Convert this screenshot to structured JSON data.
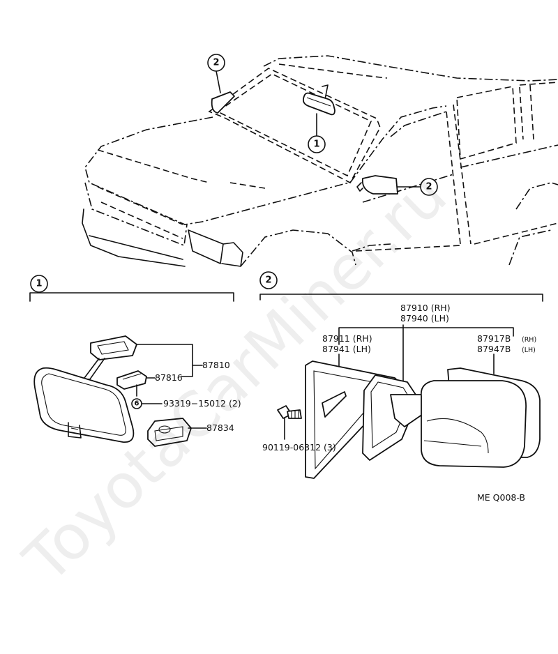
{
  "callouts": {
    "mirror_inner": "1",
    "mirror_outer": "2"
  },
  "parts": {
    "p87810": "87810",
    "p87816": "87816",
    "p93319": "93319−15012 (2)",
    "p93319_marker": "6",
    "p87834": "87834",
    "p87910": "87910 (RH)",
    "p87940": "87940 (LH)",
    "p87911": "87911 (RH)",
    "p87941": "87941 (LH)",
    "p87917B": "87917B",
    "p87917B_side": "(RH)",
    "p87947B": "87947B",
    "p87947B_side": "(LH)",
    "p90119": "90119-06312 (3)"
  },
  "diagram_code": "ME  Q008-B",
  "watermark": "ToyotaCarMiner.ru"
}
